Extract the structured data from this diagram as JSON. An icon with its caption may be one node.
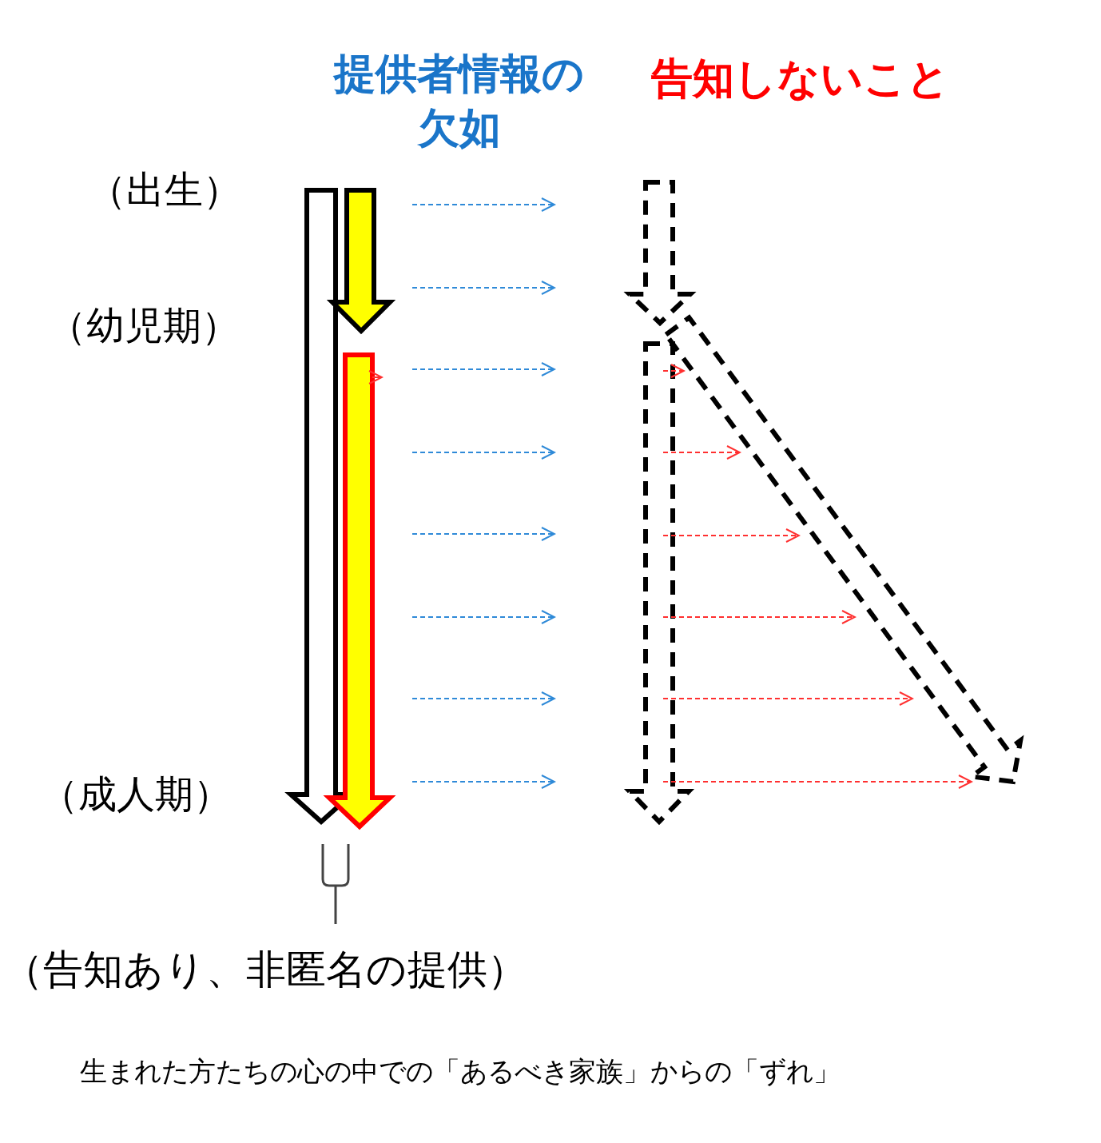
{
  "diagram": {
    "caption": "生まれた方たちの心の中での「あるべき家族」からの「ずれ」",
    "labels": [
      "提供者情報の欠如",
      "告知しないこと",
      "（出生）",
      "（幼児期）",
      "（成人期）",
      "（告知あり、非匿名の提供）"
    ]
  }
}
